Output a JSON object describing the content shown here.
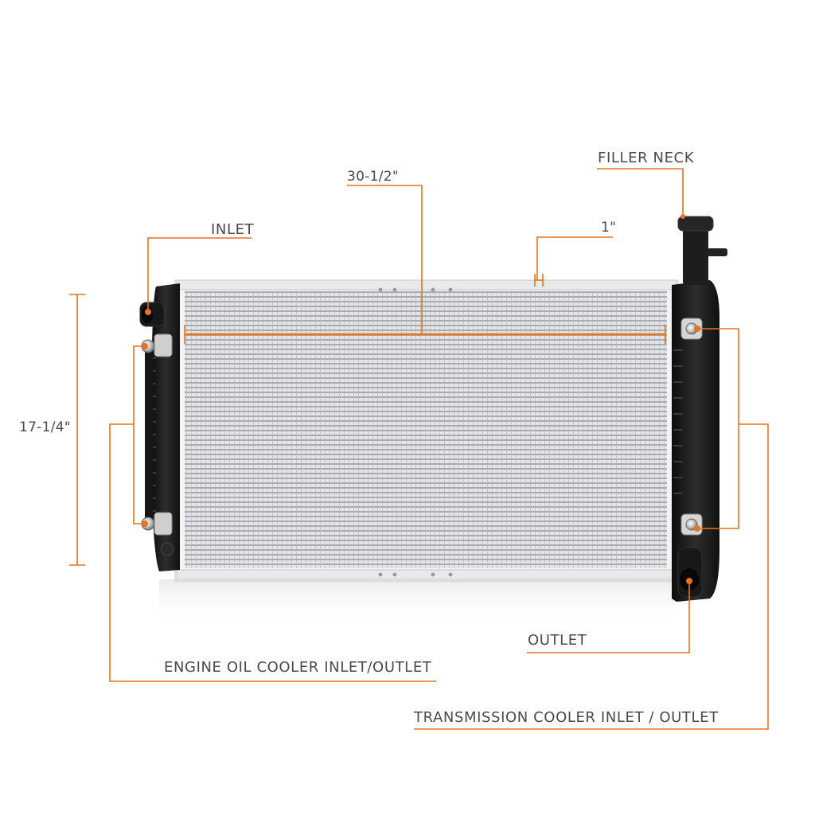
{
  "labels": {
    "width_dim": "30-1/2\"",
    "height_dim": "17-1/4\"",
    "thickness_dim": "1\"",
    "filler_neck": "FILLER NECK",
    "inlet": "INLET",
    "outlet": "OUTLET",
    "engine_oil_cooler": "ENGINE OIL COOLER INLET/OUTLET",
    "transmission_cooler": "TRANSMISSION COOLER INLET / OUTLET"
  },
  "colors": {
    "callout": "#e8731e",
    "label_text": "#4a4a4a",
    "tank": "#1c1c1c",
    "core": "#d9dbdd",
    "frame": "#f2f2f2"
  }
}
